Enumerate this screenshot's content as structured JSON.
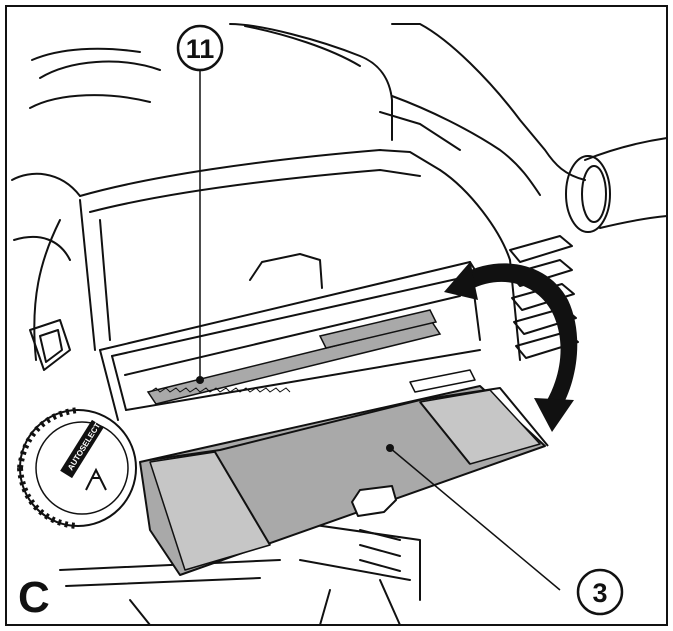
{
  "figure": {
    "panel_label": "C",
    "callouts": [
      {
        "number": "11",
        "target": "filter-mesh"
      },
      {
        "number": "3",
        "target": "filter-cover"
      }
    ],
    "colors": {
      "line": "#111111",
      "shade": "#a9a9a9",
      "shade_light": "#c6c6c6",
      "arrow": "#111111",
      "background": "#ffffff"
    },
    "logo": {
      "text": "AUTOSELECT"
    },
    "arrow": {
      "type": "double-curved-arrow",
      "meaning": "open-close"
    }
  }
}
